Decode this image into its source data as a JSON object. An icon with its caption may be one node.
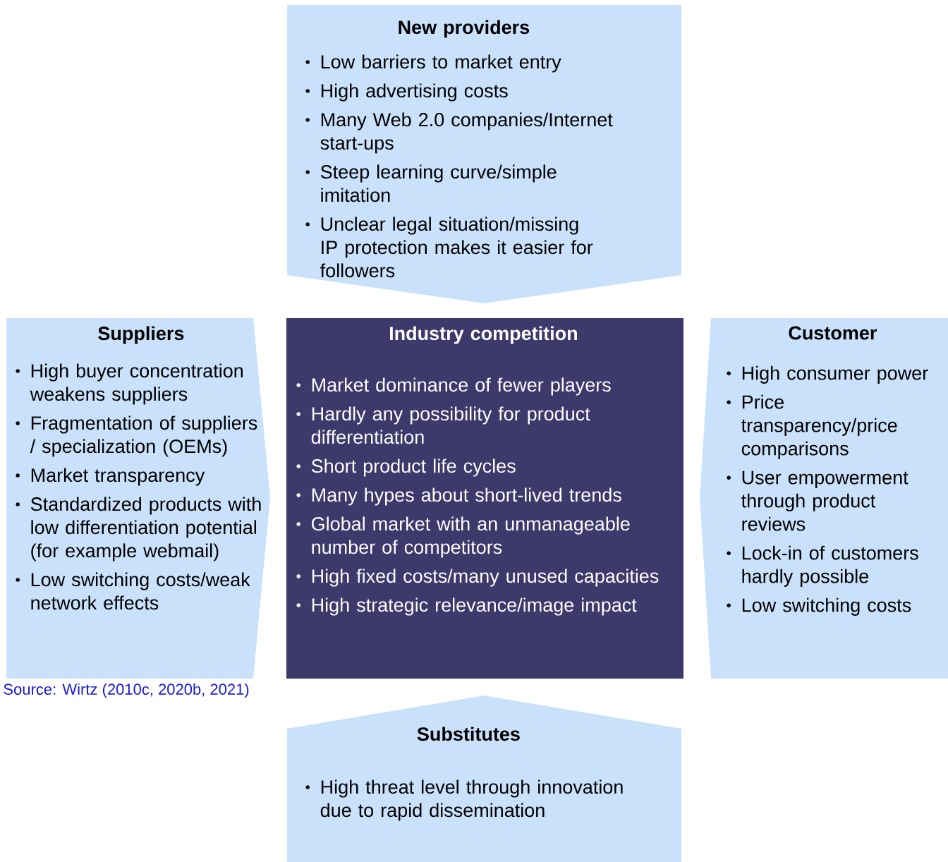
{
  "diagram": {
    "nodes": [
      {
        "text": [
          "New providers",
          "Low barriers to market entry",
          "High advertising costs",
          "Many Web 2.0 companies/Internet start-ups",
          "Steep learning curve/simple imitation",
          "Unclear legal situation/missing IP protection makes it easier for followers"
        ]
      },
      {
        "text": [
          "Suppliers",
          "High buyer concentration weakens suppliers",
          "Fragmentation of suppliers / specialization (OEMs)",
          "Market transparency",
          "Standardized products with low differentiation potential (for example webmail)",
          "Low switching costs/weak network effects"
        ]
      },
      {
        "text": [
          "Industry competition",
          "Market dominance of fewer players",
          "Hardly any possibility for product differentiation",
          "Short product life cycles",
          "Many hypes about short-lived trends",
          "Global market with an unmanageable number of competitors",
          "High fixed costs/many unused capacities",
          "High strategic relevance/image impact"
        ]
      },
      {
        "text": [
          "Customer",
          "High consumer power",
          "Price transparency/price comparisons",
          "User empowerment through product reviews",
          "Lock-in of customers hardly possible",
          "Low switching costs"
        ]
      },
      {
        "text": [
          "Substitutes",
          "High threat level through innovation due to rapid dissemination"
        ]
      }
    ],
    "labels": [
      "Source: Wirtz (2010c, 2020b, 2021)"
    ]
  }
}
